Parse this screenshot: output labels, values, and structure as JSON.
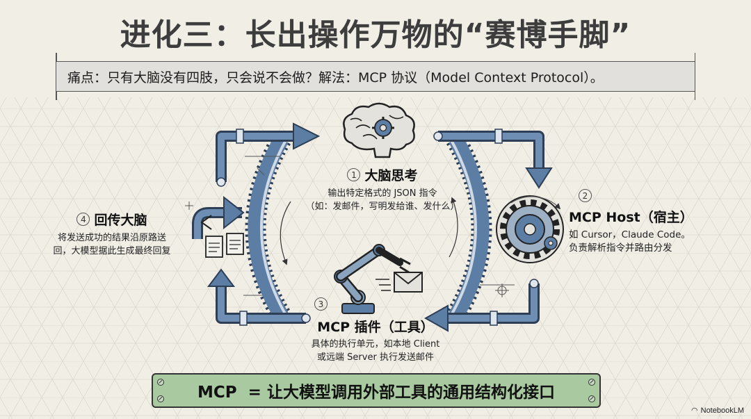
{
  "title": "进化三：长出操作万物的“赛博手脚”",
  "pain_point": "痛点：只有大脑没有四肢，只会说不会做？解法：MCP 协议（Model Context Protocol）。",
  "steps": [
    {
      "num": "1",
      "title": "大脑思考",
      "desc": [
        "输出特定格式的 JSON 指令",
        "（如：发邮件，写明发给谁、发什么）"
      ]
    },
    {
      "num": "2",
      "title": "MCP Host（宿主）",
      "desc": [
        "如 Cursor，Claude Code。",
        "负责解析指令并路由分发"
      ]
    },
    {
      "num": "3",
      "title": "MCP 插件（工具）",
      "desc": [
        "具体的执行单元，如本地 Client",
        "或远端 Server 执行发送邮件"
      ]
    },
    {
      "num": "4",
      "title": "回传大脑",
      "desc": [
        "将发送成功的结果沿原路送",
        "回，大模型据此生成最终回复"
      ]
    }
  ],
  "summary": "MCP  = 让大模型调用外部工具的通用结构化接口",
  "brand": "NotebookLM",
  "colors": {
    "accent_blue": "#4d6c90",
    "summary_green": "#a9c9a1",
    "background": "#f1eee6"
  },
  "icons": [
    "brain-icon",
    "gear-icon",
    "robot-arm-icon",
    "envelope-icon",
    "return-arrow-icon",
    "documents-icon",
    "notebooklm-logo-icon"
  ]
}
